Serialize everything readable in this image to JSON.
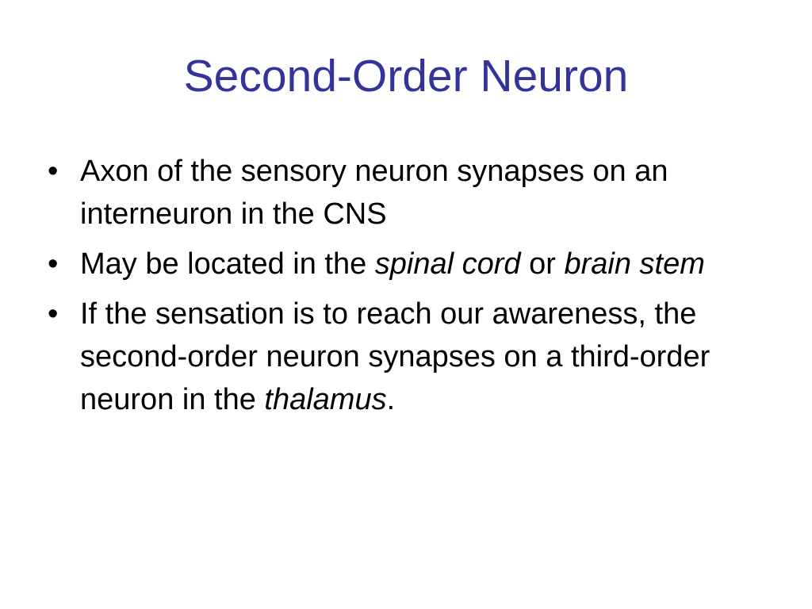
{
  "slide": {
    "title": "Second-Order Neuron",
    "bullet_glyph": "•",
    "bullets": [
      {
        "segments": [
          {
            "text": "Axon of the sensory neuron synapses on an interneuron in the CNS"
          }
        ]
      },
      {
        "segments": [
          {
            "text": "May be located in the "
          },
          {
            "text": "spinal cord",
            "italic": true
          },
          {
            "text": " or "
          },
          {
            "text": "brain stem",
            "italic": true
          }
        ]
      },
      {
        "segments": [
          {
            "text": "If the sensation is to reach our awareness, the second-order neuron synapses on a third-order neuron in the "
          },
          {
            "text": "thalamus",
            "italic": true
          },
          {
            "text": "."
          }
        ]
      }
    ]
  },
  "colors": {
    "title": "#333399",
    "body_text": "#000000",
    "background": "#ffffff"
  }
}
